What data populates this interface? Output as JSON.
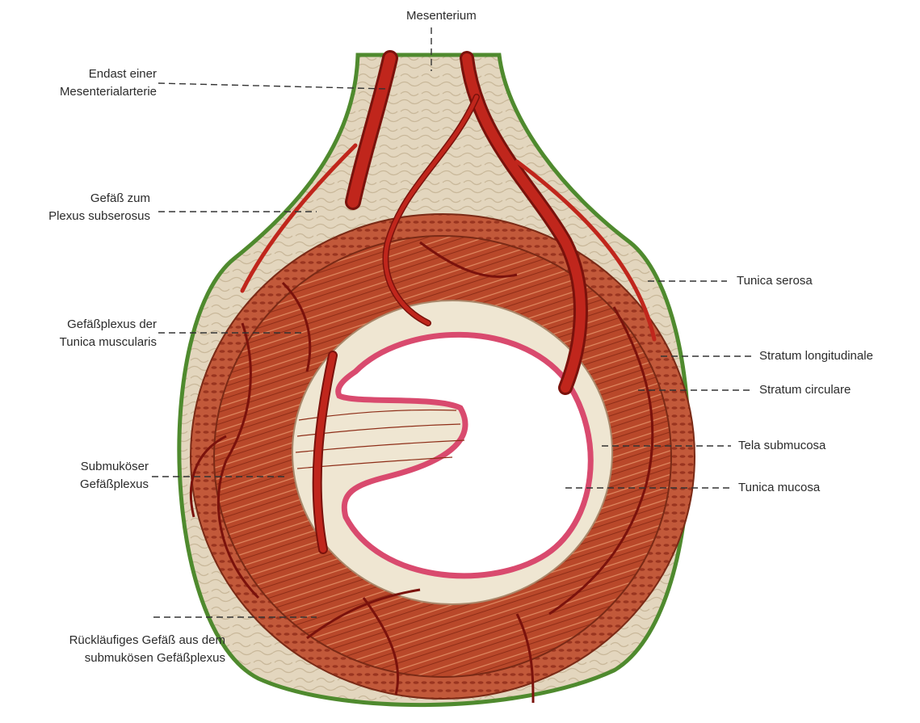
{
  "labels": {
    "mesenterium": "Mesenterium",
    "endast_line1": "Endast einer",
    "endast_line2": "Mesenterialarterie",
    "gefaess_zum_line1": "Gefäß zum",
    "gefaess_zum_line2": "Plexus subserosus",
    "gefaessplexus_line1": "Gefäßplexus der",
    "gefaessplexus_line2": "Tunica muscularis",
    "submukoeser_line1": "Submuköser",
    "submukoeser_line2": "Gefäßplexus",
    "ruecklaeufiges_line1": "Rückläufiges Gefäß aus dem",
    "ruecklaeufiges_line2": "submukösen Gefäßplexus",
    "tunica_serosa": "Tunica serosa",
    "stratum_longitudinale": "Stratum longitudinale",
    "stratum_circulare": "Stratum circulare",
    "tela_submucosa": "Tela submucosa",
    "tunica_mucosa": "Tunica mucosa"
  },
  "colors": {
    "serosa": "#4f8a2e",
    "muscle": "#b9482a",
    "muscle_light": "#d4724a",
    "submucosa": "#efe6d2",
    "mesentery": "#e3d6be",
    "artery": "#c0261c",
    "artery_dark": "#7a120c",
    "mucosa": "#d94a6e",
    "lumen": "#ffffff"
  }
}
